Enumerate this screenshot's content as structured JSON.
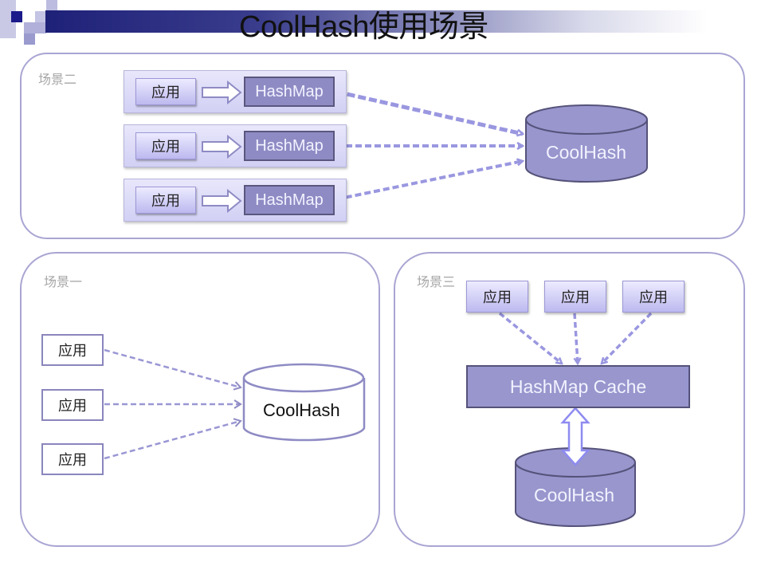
{
  "title": "CoolHash使用场景",
  "colors": {
    "accent": "#9896cd",
    "panel_border": "#a9a5d3",
    "arrow": "#9a97e0",
    "title_bar_dark": "#1e2178"
  },
  "scenario2": {
    "label": "场景二",
    "rows": [
      {
        "app": "应用",
        "map": "HashMap"
      },
      {
        "app": "应用",
        "map": "HashMap"
      },
      {
        "app": "应用",
        "map": "HashMap"
      }
    ],
    "db": "CoolHash"
  },
  "scenario1": {
    "label": "场景一",
    "apps": [
      "应用",
      "应用",
      "应用"
    ],
    "db": "CoolHash"
  },
  "scenario3": {
    "label": "场景三",
    "apps": [
      "应用",
      "应用",
      "应用"
    ],
    "cache": "HashMap Cache",
    "db": "CoolHash"
  }
}
